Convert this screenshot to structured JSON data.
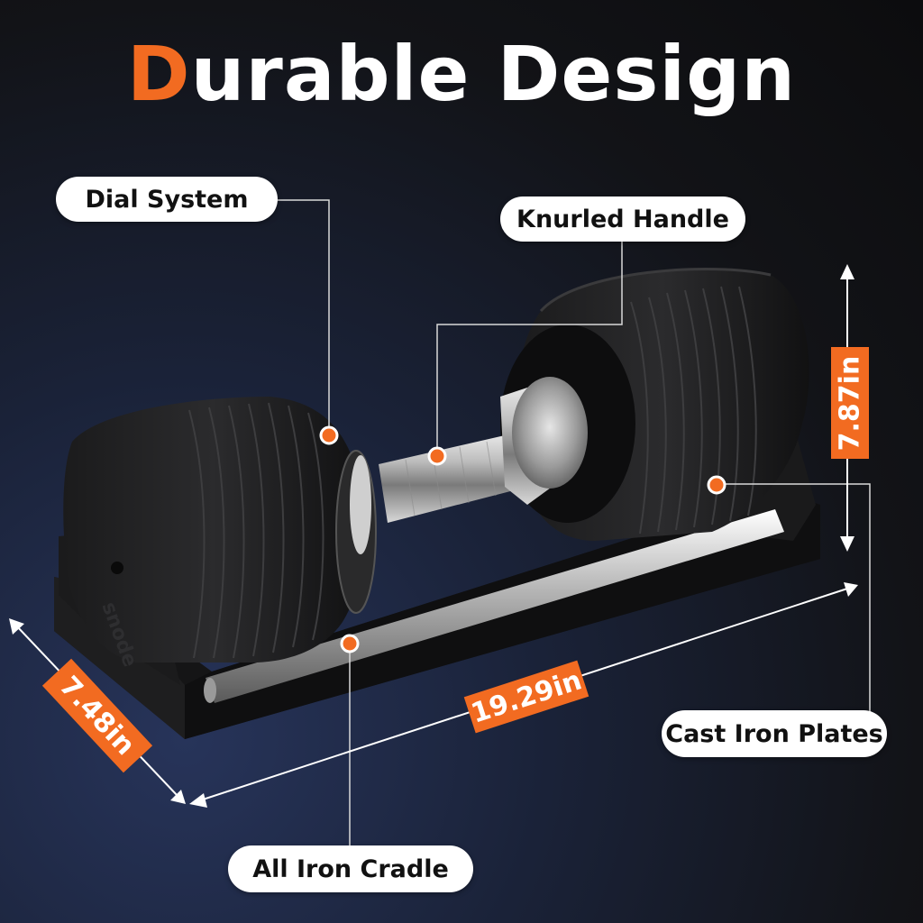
{
  "headline": {
    "accent_letter": "D",
    "rest": "urable Design"
  },
  "callouts": {
    "dial_system": "Dial System",
    "knurled_handle": "Knurled Handle",
    "cast_iron_plates": "Cast Iron Plates",
    "all_iron_cradle": "All Iron Cradle"
  },
  "dimensions": {
    "height": "7.87in",
    "length": "19.29in",
    "width": "7.48in"
  },
  "brand": "snode",
  "colors": {
    "accent": "#f26b21",
    "label_bg": "#ffffff",
    "background": "#121317"
  }
}
